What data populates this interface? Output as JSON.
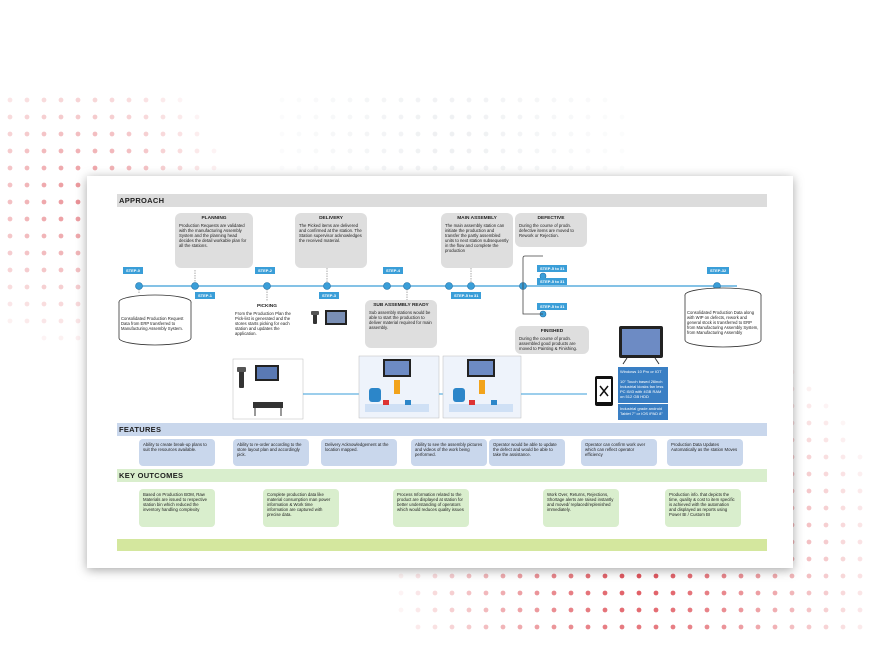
{
  "sections": {
    "approach": "APPROACH",
    "features": "FEATURES",
    "outcomes": "KEY OUTCOMES"
  },
  "steps": {
    "s0": "STEP-0",
    "s1": "STEP-1",
    "s2": "STEP-2",
    "s3": "STEP-3",
    "s4": "STEP-4",
    "s5_31a": "STEP-5 to 31",
    "s5_31b": "STEP-5 to 31",
    "s5_31c": "STEP-5 to 31",
    "s5_31d": "STEP-5 to 31",
    "s32": "STEP-32"
  },
  "boxes": {
    "planning": {
      "title": "PLANNING",
      "text": "Production Requests are validated with the manufacturing Assembly System and the planning head decides the detail workable plan for all the stations."
    },
    "delivery": {
      "title": "DELIVERY",
      "text": "The Picked items are delivered and confirmed at the station. The Station supervisor acknowledges the received material."
    },
    "main_assembly": {
      "title": "MAIN ASSEMBLY",
      "text": "The main assembly station can initiate the production and transfer the partly assembled units to next station subsequently in the flow and complete the production"
    },
    "defective": {
      "title": "DEFECTIVE",
      "text": "During the course of prodn. defective items are moved to Rework or Rejection."
    },
    "picking": {
      "title": "PICKING",
      "text": "From the Production Plan the Pick-list is generated and the stores starts picking for each station and updates the application."
    },
    "sub_assembly": {
      "title": "SUB ASSEMBLY READY",
      "text": "Sub assembly stations would be able to start the production to deliver material required for main assembly."
    },
    "finished": {
      "title": "FINISHED",
      "text": "During the course of prodn. assembled good products are moved to Painting & Finishing."
    }
  },
  "cylinders": {
    "left": "Consolidated Production Request Data from ERP transferred to Manufacturing Assembly System.",
    "right": "Consolidated Production Data along with WIP on defects, rework and general stock is transferred to ERP from Manufacturing Assembly System, from Manufacturing Assembly"
  },
  "specs": {
    "a": "Windows 10 Pro or IOT",
    "b": "10\" Touch based 26inch Industrial kiosks fan less PC i5/i3 with 4GB RAM on 512 GB HDD",
    "c": "Industrial grade android Tablet 7\" or IOS iPAD 8\""
  },
  "features": [
    "Ability to create break-up plans to suit the resources available.",
    "Ability to re-order according to the store layout plan and accordingly pick.",
    "Delivery Acknowledgement at the location mapped.",
    "Ability to see the assembly pictures and videos of the work being performed.",
    "Operator would be able to update the defect and would be able to take the assistance.",
    "Operator can confirm work over which can reflect operator efficiency",
    "Production Data Updates Automatically as the station Moves"
  ],
  "outcomes": [
    "Based on Production BOM, Raw Materials are issued to respective station bin which reduced the inventory handling complexity",
    "Complete production data like material consumption man power information & Work time information are captured with precise data.",
    "Process Information related to the product are displayed at station for better understanding of operators which would reduces quality issues",
    "Work Over, Returns, Rejections, Shortage alerts are raised instantly and moved/ replaced/replenished immediately.",
    "Production info. that depicts the time, quality & cost to item specific is achieved with the automation and displayed as reports using Power BI / Custom BI"
  ],
  "colors": {
    "accent": "#3a9ed8",
    "feature_bg": "#c9d7ec",
    "outcome_bg": "#d9eecd",
    "dots": "#d9353e"
  }
}
